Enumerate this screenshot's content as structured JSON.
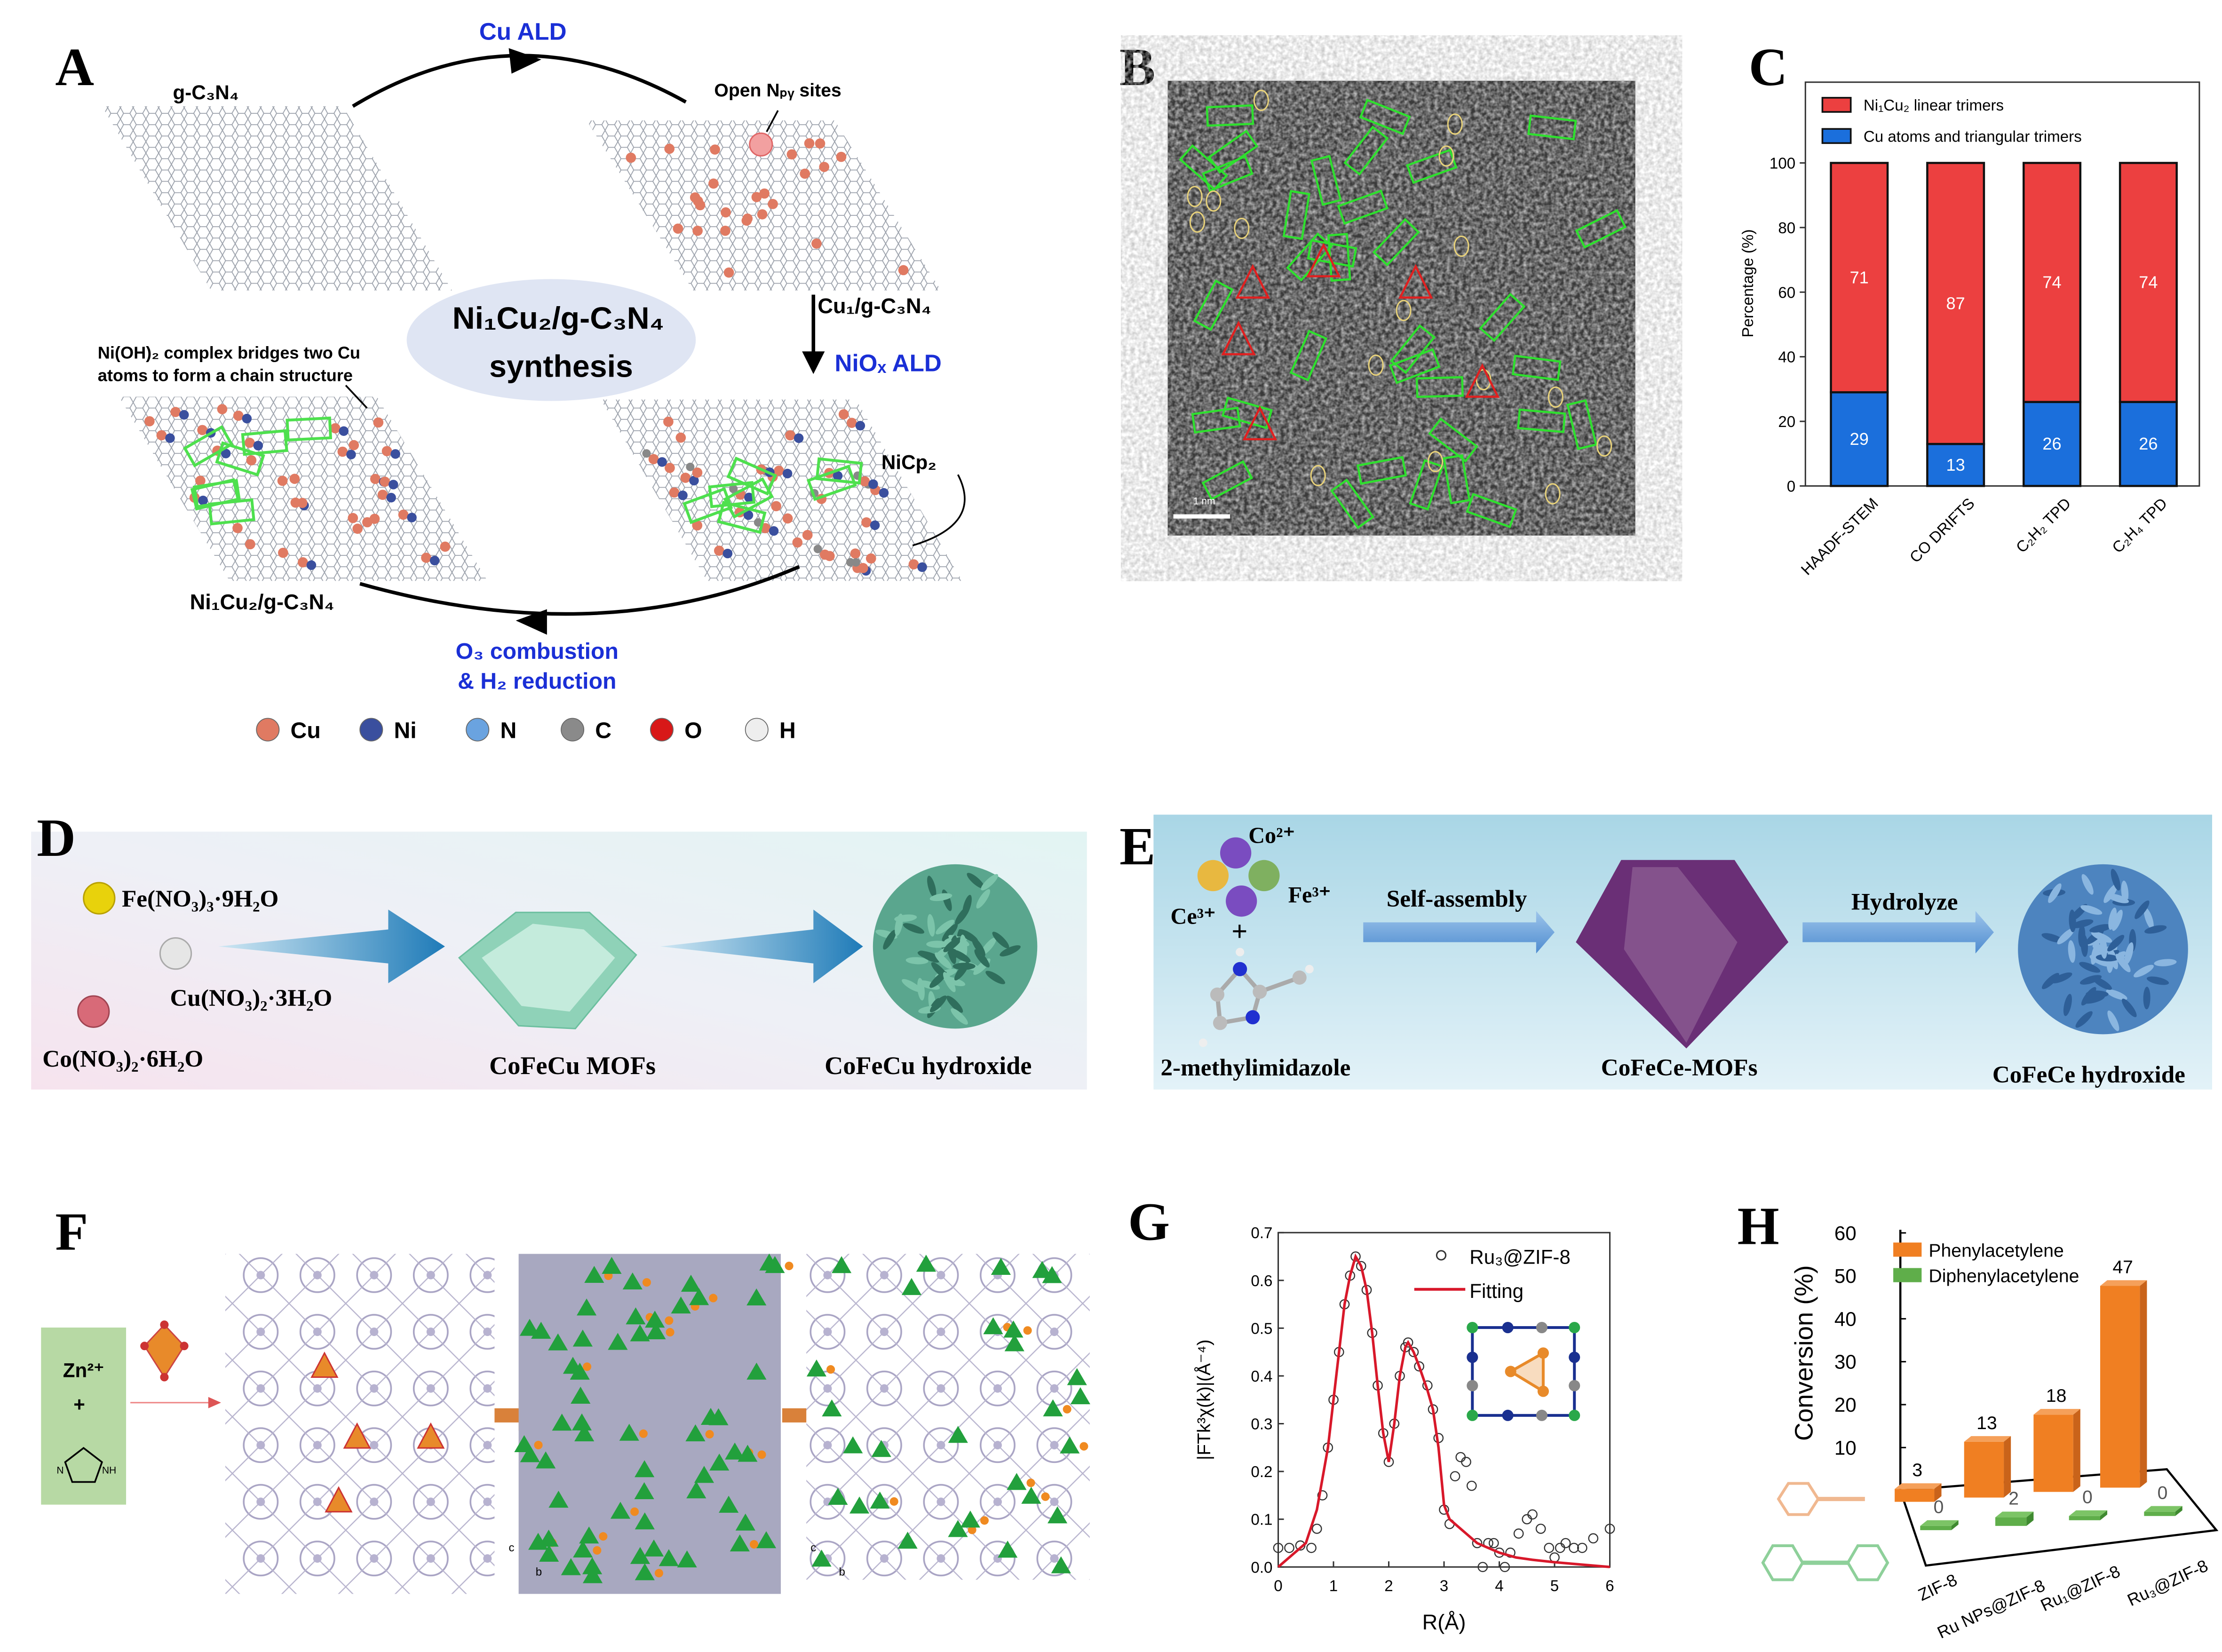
{
  "panels": {
    "A": {
      "label": "A",
      "cu_ald": "Cu ALD",
      "substrate": "g-C₃N₄",
      "open_sites": "Open Nₚᵧ sites",
      "cu1": "Cu₁/g-C₃N₄",
      "niox_ald": "NiOₓ ALD",
      "nicp2": "NiCp₂",
      "center_line1": "Ni₁Cu₂/g-C₃N₄",
      "center_line2": "synthesis",
      "note_line1": "Ni(OH)₂ complex bridges two Cu",
      "note_line2": "atoms to form a chain structure",
      "product": "Ni₁Cu₂/g-C₃N₄",
      "step3_line1": "O₃ combustion",
      "step3_line2": "& H₂ reduction",
      "legend": [
        {
          "label": "Cu",
          "color": "#e07a62"
        },
        {
          "label": "Ni",
          "color": "#3a4f9e"
        },
        {
          "label": "N",
          "color": "#6aa3e0"
        },
        {
          "label": "C",
          "color": "#8a8a8a"
        },
        {
          "label": "O",
          "color": "#d81818"
        },
        {
          "label": "H",
          "color": "#eeeeee"
        }
      ]
    },
    "B": {
      "label": "B",
      "scale_bar": "1 nm"
    },
    "C": {
      "label": "C"
    },
    "D": {
      "label": "D",
      "reagent_fe": "Fe(NO₃)₃·9H₂O",
      "reagent_cu": "Cu(NO₃)₂·3H₂O",
      "reagent_co": "Co(NO₃)₂·6H₂O",
      "mof": "CoFeCu MOFs",
      "hydroxide": "CoFeCu hydroxide"
    },
    "E": {
      "label": "E",
      "ion_co": "Co²⁺",
      "ion_fe": "Fe³⁺",
      "ion_ce": "Ce³⁺",
      "plus": "+",
      "linker": "2-methylimidazole",
      "step1": "Self-assembly",
      "step2": "Hydrolyze",
      "mof": "CoFeCe-MOFs",
      "hydroxide": "CoFeCe  hydroxide"
    },
    "F": {
      "label": "F",
      "zn": "Zn²⁺",
      "plus": "+",
      "nh": "NH",
      "n": "N",
      "axis_c": "c",
      "axis_b": "b"
    },
    "G": {
      "label": "G"
    },
    "H": {
      "label": "H"
    }
  },
  "chart_data": [
    {
      "id": "C",
      "type": "bar",
      "stacked": true,
      "categories": [
        "HAADF-STEM",
        "CO DRIFTS",
        "C₂H₂ TPD",
        "C₂H₄ TPD"
      ],
      "series": [
        {
          "name": "Cu atoms and triangular trimers",
          "values": [
            29,
            13,
            26,
            26
          ],
          "color": "#1b6fdc"
        },
        {
          "name": "Ni₁Cu₂ linear trimers",
          "values": [
            71,
            87,
            74,
            74
          ],
          "color": "#ec4040"
        }
      ],
      "legend_order": [
        "Ni₁Cu₂ linear trimers",
        "Cu atoms and triangular trimers"
      ],
      "xlabel": "",
      "ylabel": "Percentage (%)",
      "ylim": [
        0,
        100
      ],
      "yticks": [
        "0",
        "20",
        "40",
        "60",
        "80",
        "100"
      ],
      "legend": "top-left",
      "grid": false
    },
    {
      "id": "G",
      "type": "line",
      "xlabel": "R(Å)",
      "ylabel": "|FTk³χ(k)|(Å⁻⁴)",
      "xlim": [
        0,
        6
      ],
      "ylim": [
        0,
        0.7
      ],
      "xticks": [
        "0",
        "1",
        "2",
        "3",
        "4",
        "5",
        "6"
      ],
      "yticks": [
        "0.0",
        "0.1",
        "0.2",
        "0.3",
        "0.4",
        "0.5",
        "0.6",
        "0.7"
      ],
      "legend": "top-right",
      "grid": false,
      "series": [
        {
          "name": "Ru₃@ZIF-8",
          "style": "open-circles",
          "color": "#333333",
          "x": [
            0,
            0.2,
            0.4,
            0.6,
            0.7,
            0.8,
            0.9,
            1.0,
            1.1,
            1.2,
            1.3,
            1.4,
            1.5,
            1.6,
            1.7,
            1.8,
            1.9,
            2.0,
            2.1,
            2.2,
            2.3,
            2.35,
            2.45,
            2.55,
            2.7,
            2.8,
            2.9,
            3.0,
            3.1,
            3.2,
            3.3,
            3.4,
            3.5,
            3.6,
            3.7,
            3.8,
            3.9,
            4.0,
            4.1,
            4.2,
            4.35,
            4.5,
            4.6,
            4.75,
            4.9,
            5.0,
            5.1,
            5.2,
            5.35,
            5.5,
            5.7,
            6.0
          ],
          "y": [
            0.04,
            0.04,
            0.045,
            0.04,
            0.08,
            0.15,
            0.25,
            0.35,
            0.45,
            0.55,
            0.61,
            0.65,
            0.63,
            0.58,
            0.49,
            0.38,
            0.28,
            0.22,
            0.3,
            0.4,
            0.46,
            0.47,
            0.45,
            0.42,
            0.38,
            0.33,
            0.27,
            0.12,
            0.09,
            0.19,
            0.23,
            0.22,
            0.17,
            0.05,
            0.0,
            0.05,
            0.05,
            0.03,
            0.0,
            0.03,
            0.07,
            0.1,
            0.11,
            0.08,
            0.04,
            0.02,
            0.04,
            0.05,
            0.04,
            0.04,
            0.06,
            0.08
          ]
        },
        {
          "name": "Fitting",
          "style": "line",
          "color": "#d8182a",
          "x": [
            0,
            0.3,
            0.5,
            0.7,
            0.9,
            1.0,
            1.1,
            1.2,
            1.3,
            1.4,
            1.5,
            1.6,
            1.7,
            1.8,
            1.9,
            2.0,
            2.1,
            2.2,
            2.3,
            2.35,
            2.45,
            2.55,
            2.7,
            2.8,
            2.9,
            3.0,
            3.1,
            3.2,
            3.4,
            3.6,
            3.8,
            4.0,
            4.3,
            4.6,
            5.0,
            5.5,
            6.0
          ],
          "y": [
            0,
            0.03,
            0.05,
            0.12,
            0.25,
            0.35,
            0.45,
            0.55,
            0.61,
            0.65,
            0.63,
            0.58,
            0.49,
            0.38,
            0.28,
            0.22,
            0.3,
            0.4,
            0.46,
            0.47,
            0.45,
            0.42,
            0.37,
            0.33,
            0.25,
            0.13,
            0.1,
            0.09,
            0.07,
            0.05,
            0.04,
            0.03,
            0.02,
            0.015,
            0.01,
            0.005,
            0.0
          ]
        }
      ]
    },
    {
      "id": "H",
      "type": "bar",
      "style": "3d",
      "categories": [
        "ZIF-8",
        "Ru NPs@ZIF-8",
        "Ru₁@ZIF-8",
        "Ru₃@ZIF-8"
      ],
      "series": [
        {
          "name": "Phenylacetylene",
          "values": [
            3,
            13,
            18,
            47
          ],
          "color": "#f07f22"
        },
        {
          "name": "Diphenylacetylene",
          "values": [
            0,
            2,
            0,
            0
          ],
          "color": "#5fae4a"
        }
      ],
      "xlabel": "",
      "ylabel": "Conversion (%)",
      "ylim": [
        0,
        60
      ],
      "yticks": [
        "10",
        "20",
        "30",
        "40",
        "50",
        "60"
      ],
      "legend": "top-left",
      "grid": false
    }
  ]
}
